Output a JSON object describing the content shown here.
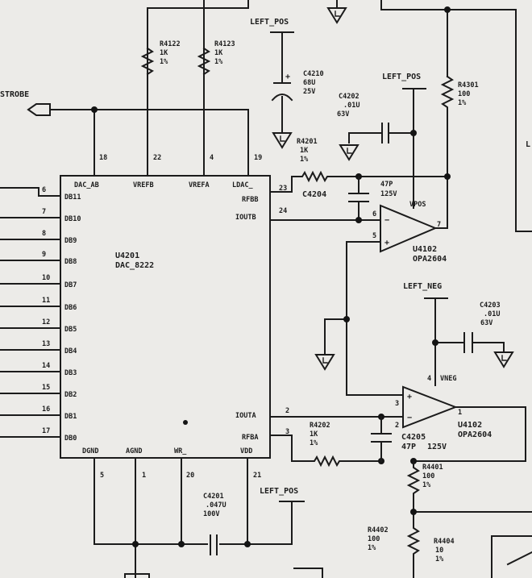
{
  "signals": {
    "strobe": "STROBE",
    "left_pos": "LEFT_POS",
    "left_neg": "LEFT_NEG",
    "edge_label": "L"
  },
  "dac": {
    "ref": "U4201",
    "part": "DAC_8222",
    "top_pins": [
      {
        "name": "DAC_AB",
        "num": "18"
      },
      {
        "name": "VREFB",
        "num": "22"
      },
      {
        "name": "VREFA",
        "num": "4"
      },
      {
        "name": "LDAC_",
        "num": "19"
      }
    ],
    "left_pins": [
      {
        "name": "DB11",
        "num": "6"
      },
      {
        "name": "DB10",
        "num": "7"
      },
      {
        "name": "DB9",
        "num": "8"
      },
      {
        "name": "DB8",
        "num": "9"
      },
      {
        "name": "DB7",
        "num": "10"
      },
      {
        "name": "DB6",
        "num": "11"
      },
      {
        "name": "DB5",
        "num": "12"
      },
      {
        "name": "DB4",
        "num": "13"
      },
      {
        "name": "DB3",
        "num": "14"
      },
      {
        "name": "DB2",
        "num": "15"
      },
      {
        "name": "DB1",
        "num": "16"
      },
      {
        "name": "DB0",
        "num": "17"
      }
    ],
    "right_pins": [
      {
        "name": "RFBB",
        "num": "23"
      },
      {
        "name": "IOUTB",
        "num": "24"
      },
      {
        "name": "IOUTA",
        "num": "2"
      },
      {
        "name": "RFBA",
        "num": "3"
      }
    ],
    "bottom_pins": [
      {
        "name": "DGND",
        "num": "5"
      },
      {
        "name": "AGND",
        "num": "1"
      },
      {
        "name": "WR_",
        "num": "20"
      },
      {
        "name": "VDD",
        "num": "21"
      }
    ]
  },
  "components": {
    "r4122": {
      "ref": "R4122",
      "value": "1K",
      "tol": "1%"
    },
    "r4123": {
      "ref": "R4123",
      "value": "1K",
      "tol": "1%"
    },
    "c4210": {
      "ref": "C4210",
      "value": "68U",
      "volt": "25V"
    },
    "c4202": {
      "ref": "C4202",
      "value": ".01U",
      "volt": "63V"
    },
    "r4201": {
      "ref": "R4201",
      "value": "1K",
      "tol": "1%"
    },
    "c4204": {
      "ref": "C4204",
      "value": "47P",
      "volt": "125V"
    },
    "r4301": {
      "ref": "R4301",
      "value": "100",
      "tol": "1%"
    },
    "c4203": {
      "ref": "C4203",
      "value": ".01U",
      "volt": "63V"
    },
    "r4202": {
      "ref": "R4202",
      "value": "1K",
      "tol": "1%"
    },
    "c4205": {
      "ref": "C4205",
      "value": "47P",
      "volt": "125V"
    },
    "r4401": {
      "ref": "R4401",
      "value": "100",
      "tol": "1%"
    },
    "r4402": {
      "ref": "R4402",
      "value": "100",
      "tol": "1%"
    },
    "r4404": {
      "ref": "R4404",
      "value": "10",
      "tol": "1%"
    },
    "c4201": {
      "ref": "C4201",
      "value": ".047U",
      "volt": "100V"
    }
  },
  "opamp_a": {
    "ref": "U4102",
    "part": "OPA2604",
    "pin_inv": "6",
    "pin_noninv": "5",
    "pin_out": "7",
    "supply_label": "VPOS"
  },
  "opamp_b": {
    "ref": "U4102",
    "part": "OPA2604",
    "pin_noninv": "3",
    "pin_inv": "2",
    "pin_out": "1",
    "supply_pin": "4",
    "supply_label": "VNEG"
  }
}
